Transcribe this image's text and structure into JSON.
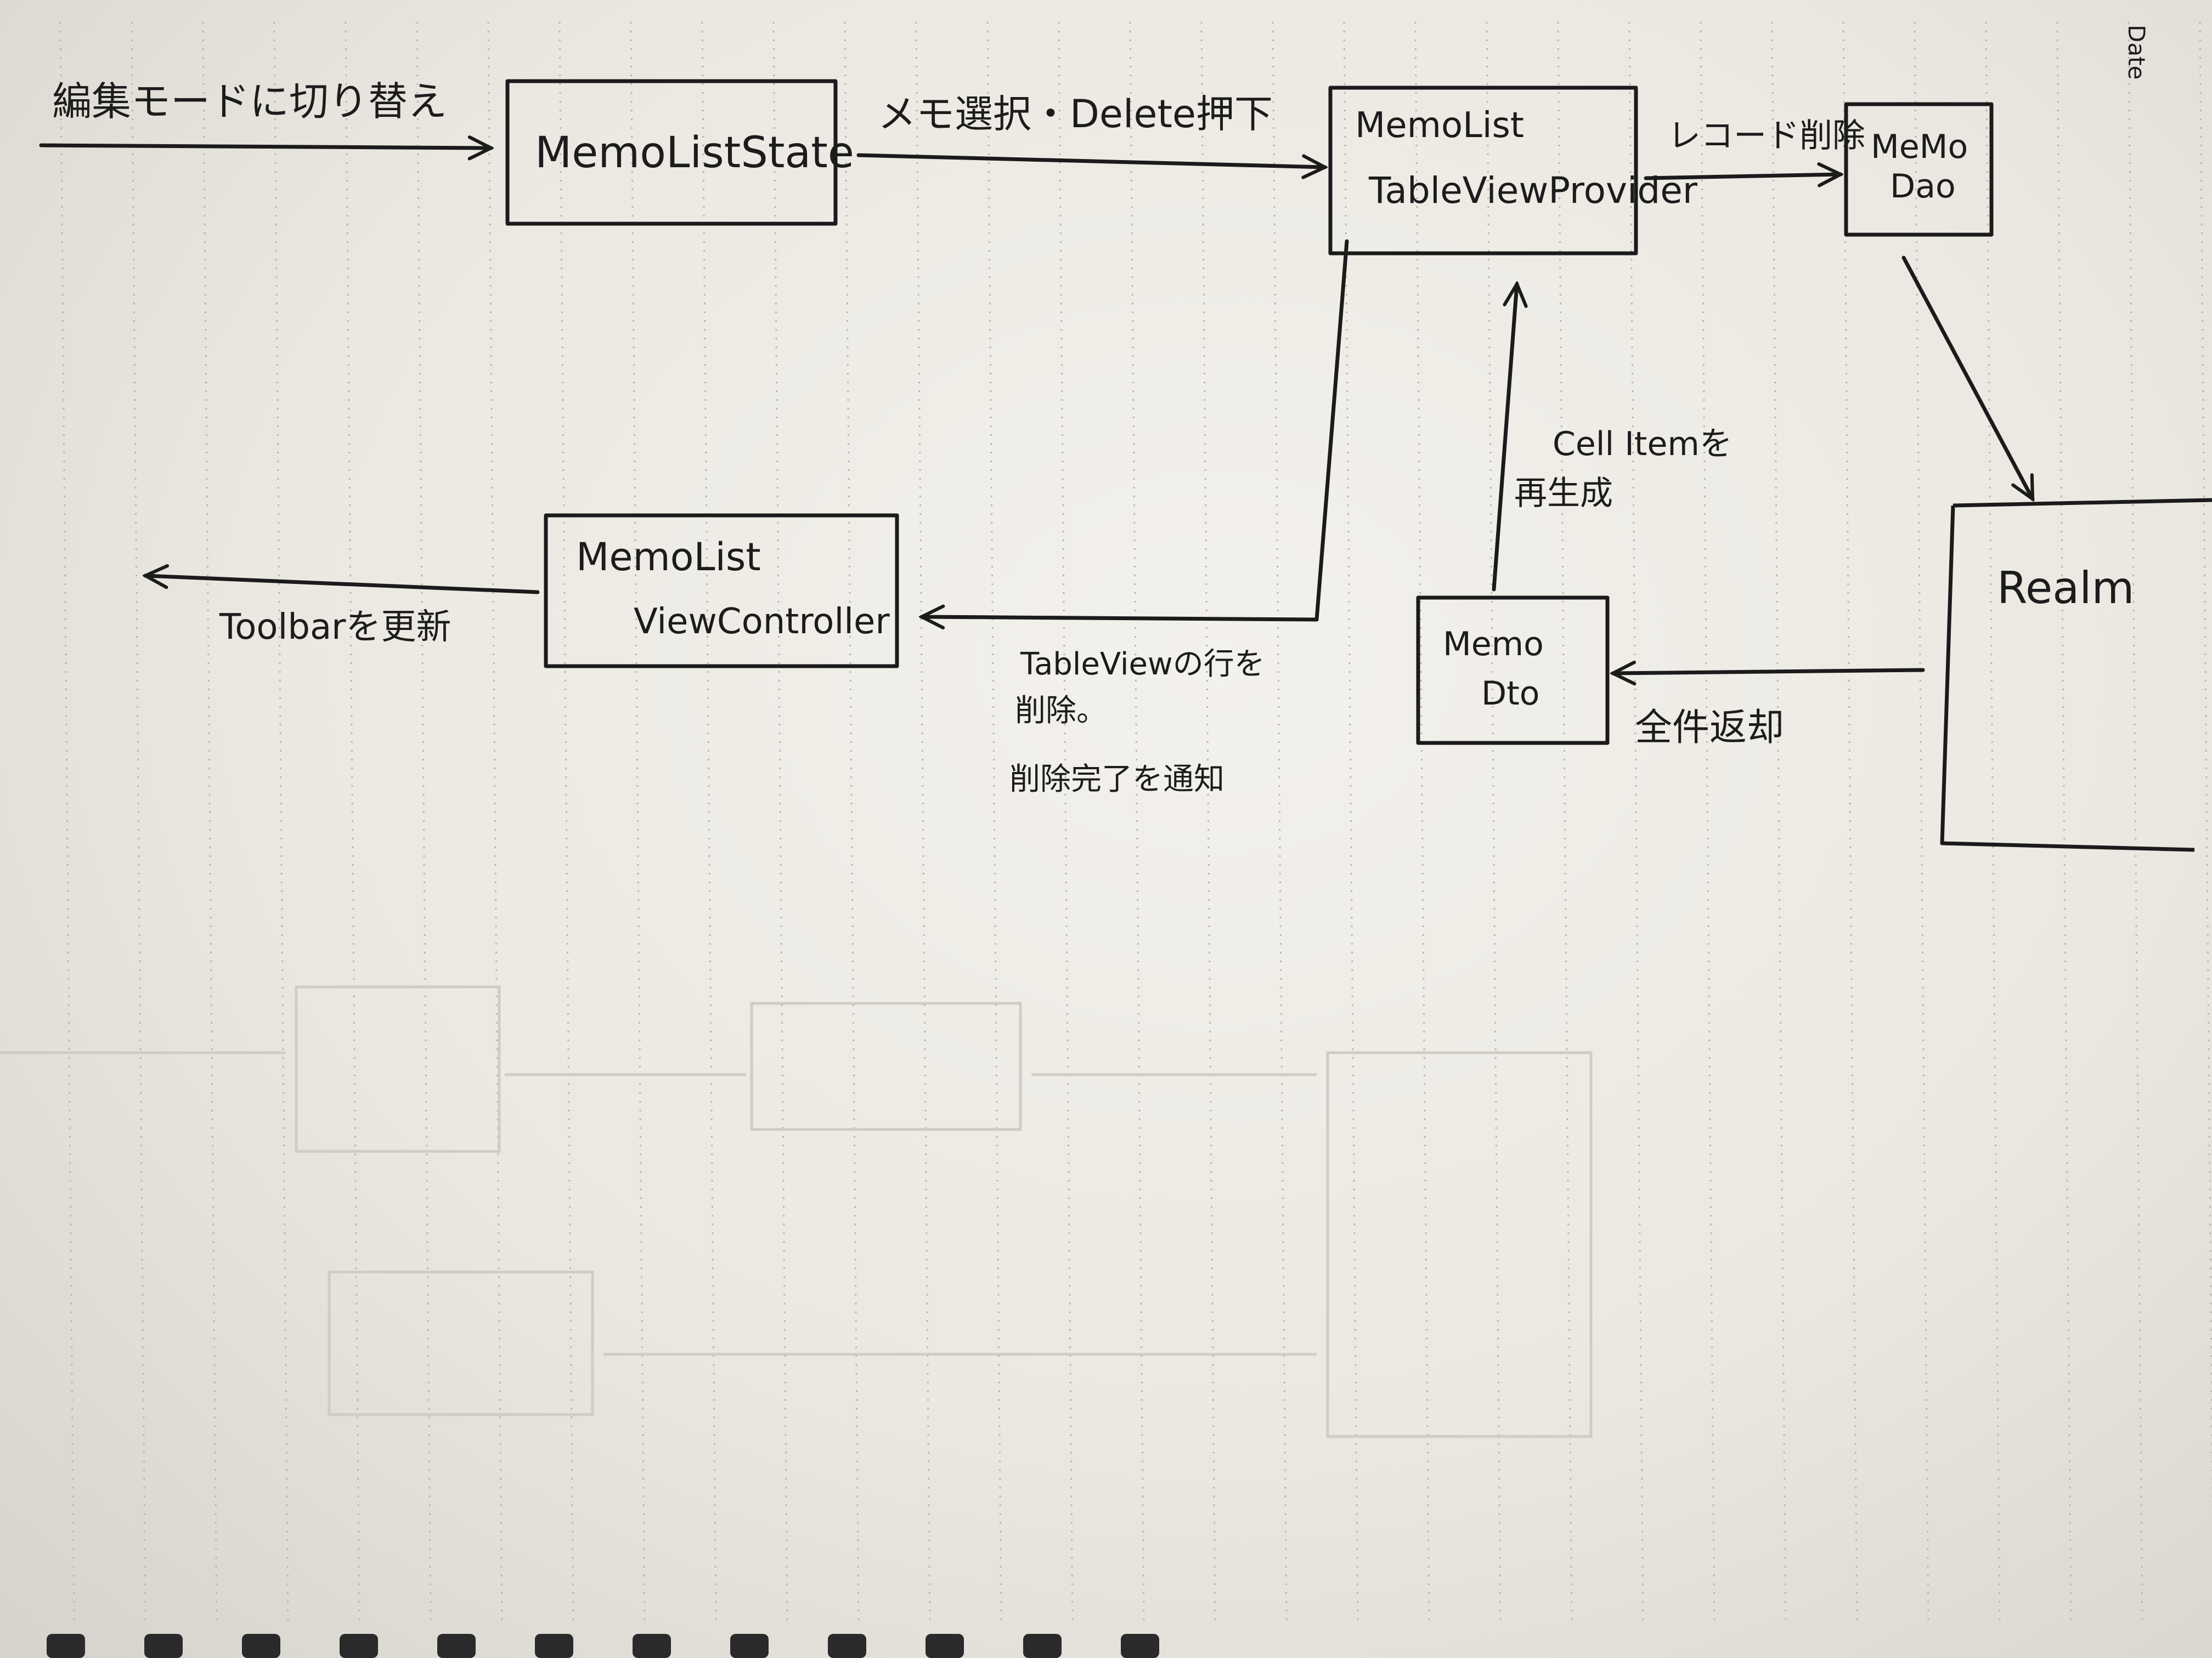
{
  "page_header": {
    "date_label": "Date"
  },
  "nodes": {
    "memo_list_state": "MemoListState",
    "table_view_provider": [
      "MemoList",
      "TableViewProvider"
    ],
    "memo_dao": [
      "MeMo",
      "Dao"
    ],
    "realm": "Realm",
    "memo_list_view_controller": [
      "MemoList",
      "ViewController"
    ],
    "memo_dto": [
      "Memo",
      "Dto"
    ]
  },
  "edges": {
    "edit_mode_switch": "編集モードに切り替え",
    "memo_select_delete": "メモ選択・Delete押下",
    "record_delete": "レコード削除",
    "fetch_all": "全件返却",
    "regenerate_cell_items": [
      "Cell Itemを",
      "再生成"
    ],
    "delete_rows_notify": [
      "TableViewの行を",
      "削除。",
      "削除完了を通知"
    ],
    "update_toolbar": "Toolbarを更新"
  }
}
